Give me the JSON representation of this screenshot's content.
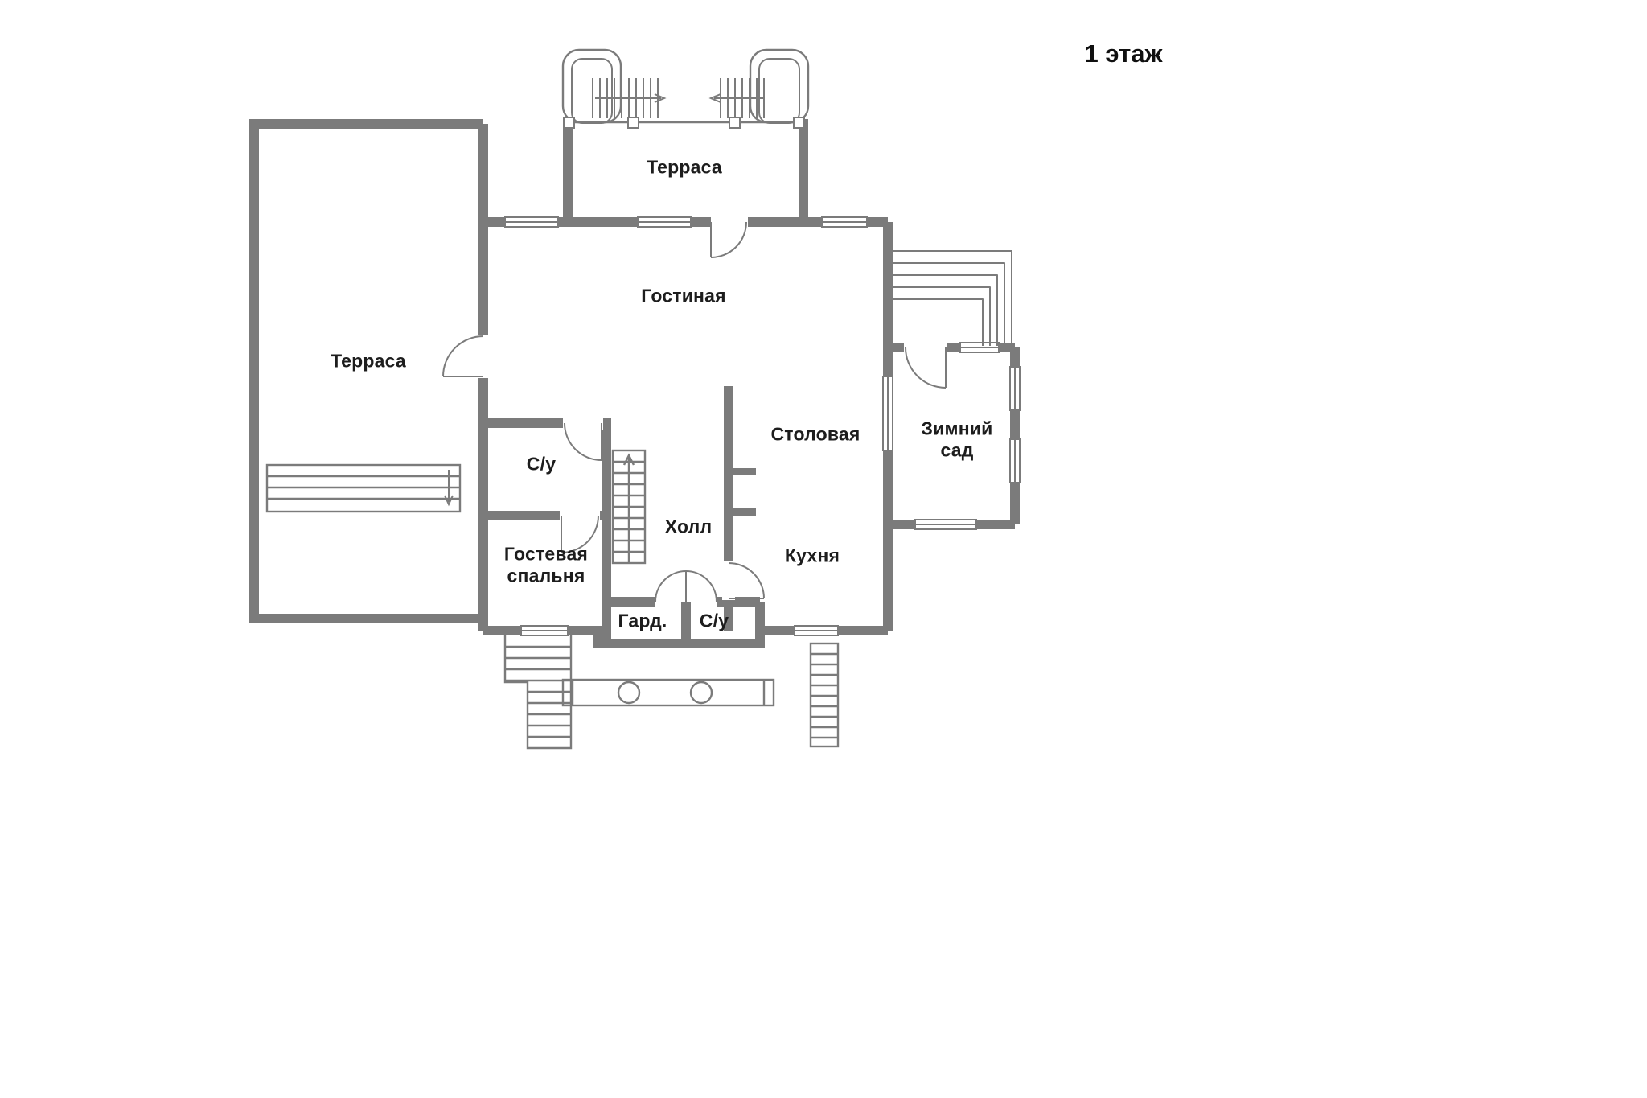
{
  "title": "1 этаж",
  "colors": {
    "wall": "#7b7b7b",
    "text": "#1d1d1d",
    "bg": "#ffffff"
  },
  "rooms": {
    "terrace_top": "Терраса",
    "living_room": "Гостиная",
    "terrace_left": "Терраса",
    "dining_room": "Столовая",
    "winter_garden": "Зимний сад",
    "bathroom_1": "С/у",
    "hall": "Холл",
    "guest_bedroom": "Гостевая спальня",
    "kitchen": "Кухня",
    "wardrobe": "Гард.",
    "bathroom_2": "С/у"
  }
}
